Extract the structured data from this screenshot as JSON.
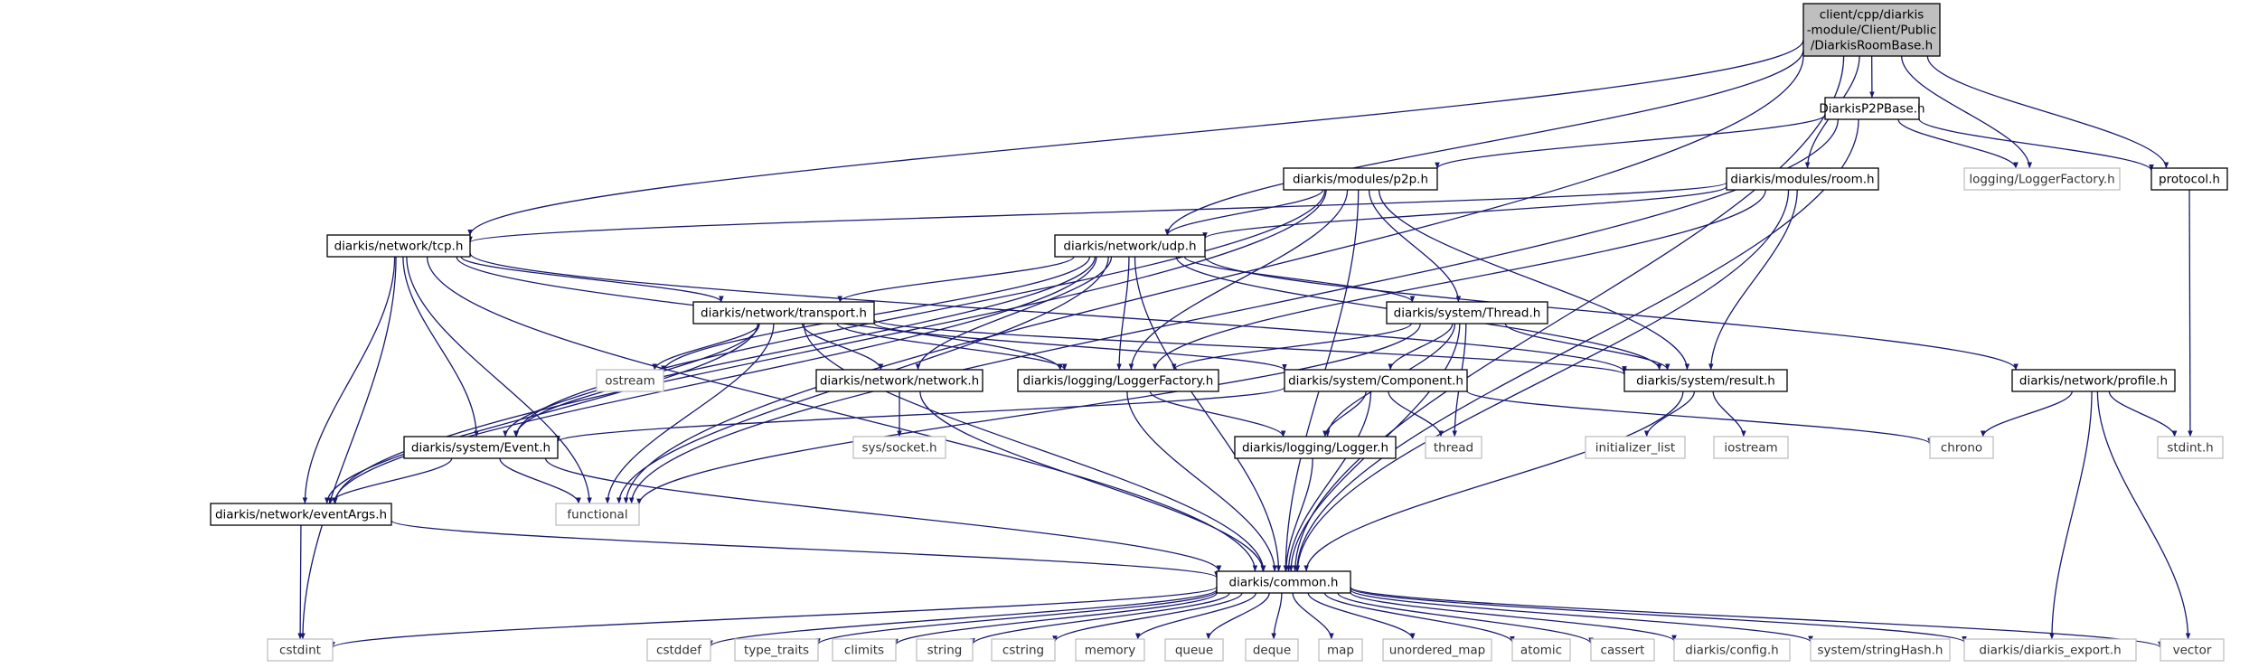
{
  "colors": {
    "edge": "#191970",
    "root_fill": "#bfbfbf",
    "node_fill": "#ffffff",
    "node_border": "#000000",
    "system_border": "#bfbfbf",
    "system_text": "#333333"
  },
  "nodes": [
    {
      "id": "root",
      "kind": "root",
      "lines": [
        "client/cpp/diarkis",
        "-module/Client/Public",
        "/DiarkisRoomBase.h"
      ]
    },
    {
      "id": "p2pbase",
      "kind": "header",
      "lines": [
        "DiarkisP2PBase.h"
      ]
    },
    {
      "id": "loggerfactory_ext",
      "kind": "system",
      "lines": [
        "logging/LoggerFactory.h"
      ]
    },
    {
      "id": "protocol",
      "kind": "header",
      "lines": [
        "protocol.h"
      ]
    },
    {
      "id": "p2p",
      "kind": "header",
      "lines": [
        "diarkis/modules/p2p.h"
      ]
    },
    {
      "id": "room",
      "kind": "header",
      "lines": [
        "diarkis/modules/room.h"
      ]
    },
    {
      "id": "tcp",
      "kind": "header",
      "lines": [
        "diarkis/network/tcp.h"
      ]
    },
    {
      "id": "udp",
      "kind": "header",
      "lines": [
        "diarkis/network/udp.h"
      ]
    },
    {
      "id": "transport",
      "kind": "header",
      "lines": [
        "diarkis/network/transport.h"
      ]
    },
    {
      "id": "thread",
      "kind": "header",
      "lines": [
        "diarkis/system/Thread.h"
      ]
    },
    {
      "id": "ostream",
      "kind": "system",
      "lines": [
        "ostream"
      ]
    },
    {
      "id": "network",
      "kind": "header",
      "lines": [
        "diarkis/network/network.h"
      ]
    },
    {
      "id": "loggerfactory",
      "kind": "header",
      "lines": [
        "diarkis/logging/LoggerFactory.h"
      ]
    },
    {
      "id": "component",
      "kind": "header",
      "lines": [
        "diarkis/system/Component.h"
      ]
    },
    {
      "id": "result",
      "kind": "header",
      "lines": [
        "diarkis/system/result.h"
      ]
    },
    {
      "id": "profile",
      "kind": "header",
      "lines": [
        "diarkis/network/profile.h"
      ]
    },
    {
      "id": "socket",
      "kind": "system",
      "lines": [
        "sys/socket.h"
      ]
    },
    {
      "id": "event",
      "kind": "header",
      "lines": [
        "diarkis/system/Event.h"
      ]
    },
    {
      "id": "logger",
      "kind": "header",
      "lines": [
        "diarkis/logging/Logger.h"
      ]
    },
    {
      "id": "thread_std",
      "kind": "system",
      "lines": [
        "thread"
      ]
    },
    {
      "id": "initializer_list",
      "kind": "system",
      "lines": [
        "initializer_list"
      ]
    },
    {
      "id": "iostream",
      "kind": "system",
      "lines": [
        "iostream"
      ]
    },
    {
      "id": "chrono",
      "kind": "system",
      "lines": [
        "chrono"
      ]
    },
    {
      "id": "stdint",
      "kind": "system",
      "lines": [
        "stdint.h"
      ]
    },
    {
      "id": "eventargs",
      "kind": "header",
      "lines": [
        "diarkis/network/eventArgs.h"
      ]
    },
    {
      "id": "functional",
      "kind": "system",
      "lines": [
        "functional"
      ]
    },
    {
      "id": "common",
      "kind": "header",
      "lines": [
        "diarkis/common.h"
      ]
    },
    {
      "id": "cstdint",
      "kind": "system",
      "lines": [
        "cstdint"
      ]
    },
    {
      "id": "cstddef",
      "kind": "system",
      "lines": [
        "cstddef"
      ]
    },
    {
      "id": "type_traits",
      "kind": "system",
      "lines": [
        "type_traits"
      ]
    },
    {
      "id": "climits",
      "kind": "system",
      "lines": [
        "climits"
      ]
    },
    {
      "id": "string",
      "kind": "system",
      "lines": [
        "string"
      ]
    },
    {
      "id": "cstring",
      "kind": "system",
      "lines": [
        "cstring"
      ]
    },
    {
      "id": "memory",
      "kind": "system",
      "lines": [
        "memory"
      ]
    },
    {
      "id": "queue",
      "kind": "system",
      "lines": [
        "queue"
      ]
    },
    {
      "id": "deque",
      "kind": "system",
      "lines": [
        "deque"
      ]
    },
    {
      "id": "map",
      "kind": "system",
      "lines": [
        "map"
      ]
    },
    {
      "id": "unordered_map",
      "kind": "system",
      "lines": [
        "unordered_map"
      ]
    },
    {
      "id": "atomic",
      "kind": "system",
      "lines": [
        "atomic"
      ]
    },
    {
      "id": "cassert",
      "kind": "system",
      "lines": [
        "cassert"
      ]
    },
    {
      "id": "config",
      "kind": "system",
      "lines": [
        "diarkis/config.h"
      ]
    },
    {
      "id": "stringhash",
      "kind": "system",
      "lines": [
        "system/stringHash.h"
      ]
    },
    {
      "id": "export",
      "kind": "system",
      "lines": [
        "diarkis/diarkis_export.h"
      ]
    },
    {
      "id": "vector",
      "kind": "system",
      "lines": [
        "vector"
      ]
    }
  ],
  "edges": [
    [
      "root",
      "p2pbase"
    ],
    [
      "root",
      "loggerfactory_ext"
    ],
    [
      "root",
      "protocol"
    ],
    [
      "root",
      "room"
    ],
    [
      "root",
      "tcp"
    ],
    [
      "root",
      "udp"
    ],
    [
      "root",
      "functional"
    ],
    [
      "root",
      "common"
    ],
    [
      "p2pbase",
      "p2p"
    ],
    [
      "p2pbase",
      "loggerfactory_ext"
    ],
    [
      "p2pbase",
      "protocol"
    ],
    [
      "p2pbase",
      "functional"
    ],
    [
      "p2pbase",
      "common"
    ],
    [
      "protocol",
      "stdint"
    ],
    [
      "p2p",
      "udp"
    ],
    [
      "p2p",
      "thread"
    ],
    [
      "p2p",
      "event"
    ],
    [
      "p2p",
      "eventargs"
    ],
    [
      "p2p",
      "loggerfactory"
    ],
    [
      "p2p",
      "result"
    ],
    [
      "p2p",
      "common"
    ],
    [
      "room",
      "tcp"
    ],
    [
      "room",
      "udp"
    ],
    [
      "room",
      "loggerfactory"
    ],
    [
      "room",
      "result"
    ],
    [
      "room",
      "common"
    ],
    [
      "tcp",
      "transport"
    ],
    [
      "tcp",
      "event"
    ],
    [
      "tcp",
      "eventargs"
    ],
    [
      "tcp",
      "loggerfactory"
    ],
    [
      "tcp",
      "result"
    ],
    [
      "tcp",
      "functional"
    ],
    [
      "tcp",
      "cstdint"
    ],
    [
      "tcp",
      "common"
    ],
    [
      "udp",
      "transport"
    ],
    [
      "udp",
      "thread"
    ],
    [
      "udp",
      "network"
    ],
    [
      "udp",
      "ostream"
    ],
    [
      "udp",
      "loggerfactory"
    ],
    [
      "udp",
      "result"
    ],
    [
      "udp",
      "profile"
    ],
    [
      "udp",
      "event"
    ],
    [
      "udp",
      "eventargs"
    ],
    [
      "udp",
      "functional"
    ],
    [
      "udp",
      "common"
    ],
    [
      "transport",
      "ostream"
    ],
    [
      "transport",
      "network"
    ],
    [
      "transport",
      "loggerfactory"
    ],
    [
      "transport",
      "component"
    ],
    [
      "transport",
      "result"
    ],
    [
      "transport",
      "event"
    ],
    [
      "transport",
      "eventargs"
    ],
    [
      "transport",
      "functional"
    ],
    [
      "transport",
      "common"
    ],
    [
      "thread",
      "loggerfactory"
    ],
    [
      "thread",
      "component"
    ],
    [
      "thread",
      "result"
    ],
    [
      "thread",
      "logger"
    ],
    [
      "thread",
      "thread_std"
    ],
    [
      "thread",
      "functional"
    ],
    [
      "thread",
      "common"
    ],
    [
      "network",
      "socket"
    ],
    [
      "network",
      "common"
    ],
    [
      "loggerfactory",
      "logger"
    ],
    [
      "loggerfactory",
      "common"
    ],
    [
      "component",
      "event"
    ],
    [
      "component",
      "logger"
    ],
    [
      "component",
      "thread_std"
    ],
    [
      "component",
      "chrono"
    ],
    [
      "component",
      "common"
    ],
    [
      "result",
      "initializer_list"
    ],
    [
      "result",
      "iostream"
    ],
    [
      "result",
      "common"
    ],
    [
      "profile",
      "chrono"
    ],
    [
      "profile",
      "stdint"
    ],
    [
      "profile",
      "export"
    ],
    [
      "profile",
      "vector"
    ],
    [
      "event",
      "eventargs"
    ],
    [
      "event",
      "functional"
    ],
    [
      "event",
      "common"
    ],
    [
      "logger",
      "common"
    ],
    [
      "eventargs",
      "cstdint"
    ],
    [
      "eventargs",
      "common"
    ],
    [
      "common",
      "cstdint"
    ],
    [
      "common",
      "cstddef"
    ],
    [
      "common",
      "type_traits"
    ],
    [
      "common",
      "climits"
    ],
    [
      "common",
      "string"
    ],
    [
      "common",
      "cstring"
    ],
    [
      "common",
      "memory"
    ],
    [
      "common",
      "queue"
    ],
    [
      "common",
      "deque"
    ],
    [
      "common",
      "map"
    ],
    [
      "common",
      "unordered_map"
    ],
    [
      "common",
      "atomic"
    ],
    [
      "common",
      "cassert"
    ],
    [
      "common",
      "config"
    ],
    [
      "common",
      "stringhash"
    ],
    [
      "common",
      "export"
    ],
    [
      "common",
      "vector"
    ]
  ]
}
